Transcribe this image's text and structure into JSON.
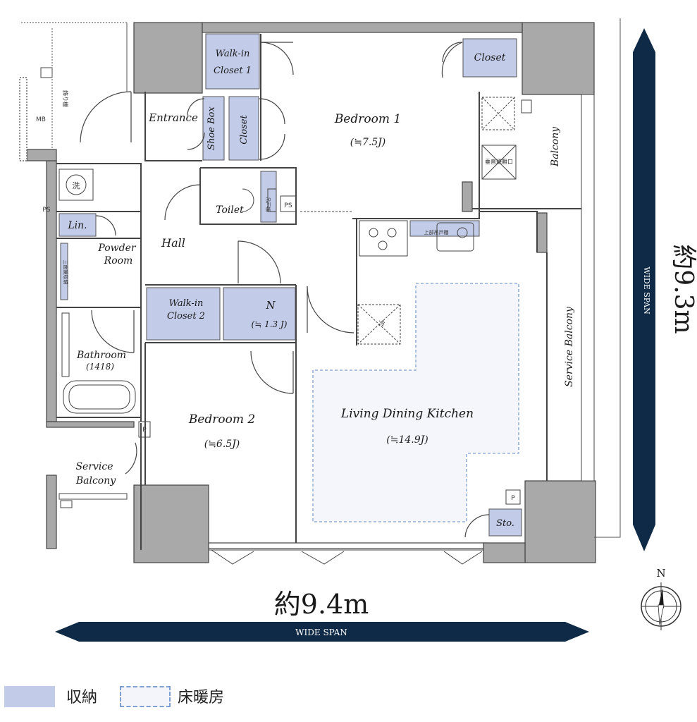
{
  "colors": {
    "wall": "#a9a9a9",
    "storage": "#c2cbe8",
    "heating_border": "#7f9fd0",
    "arrow": "#0f2a47"
  },
  "rooms": {
    "bedroom1": {
      "name": "Bedroom 1",
      "size": "(≒7.5J)"
    },
    "bedroom2": {
      "name": "Bedroom 2",
      "size": "(≒6.5J)"
    },
    "ldk": {
      "name": "Living Dining Kitchen",
      "size": "(≒14.9J)"
    },
    "entrance": "Entrance",
    "hall": "Hall",
    "toilet": "Toilet",
    "powder_room": [
      "Powder",
      "Room"
    ],
    "bathroom": {
      "name": "Bathroom",
      "size": "(1418)"
    },
    "service_balcony_left": [
      "Service",
      "Balcony"
    ],
    "service_balcony_right": "Service Balcony",
    "balcony": "Balcony",
    "wic1": [
      "Walk-in",
      "Closet 1"
    ],
    "wic2": [
      "Walk-in",
      "Closet 2"
    ],
    "closet_top": "Closet",
    "closet_entrance": "Closet",
    "shoe_box": "Shoe Box",
    "n_room": {
      "name": "N",
      "size": "(≒ 1.3 J)"
    },
    "linen": "Lin.",
    "storage_small": "Sto.",
    "ps_label": "PS",
    "p_label": "P",
    "mb_label": "MB",
    "washer": "洗",
    "decoration_shelf": "飾り棚",
    "upper_cabinet_toilet": "吊戸棚",
    "upper_cabinet_kitchen": "上部吊戸棚",
    "evacuation_hatch": "垂直避難口",
    "storage_3tier": "三面鏡収納",
    "fridge": "冷"
  },
  "dimensions": {
    "horizontal": {
      "value": "約9.4m",
      "tag": "WIDE SPAN"
    },
    "vertical": {
      "value": "約9.3m",
      "tag": "WIDE SPAN"
    }
  },
  "compass": {
    "label": "N"
  },
  "legend": {
    "storage": "収納",
    "floor_heating": "床暖房"
  }
}
